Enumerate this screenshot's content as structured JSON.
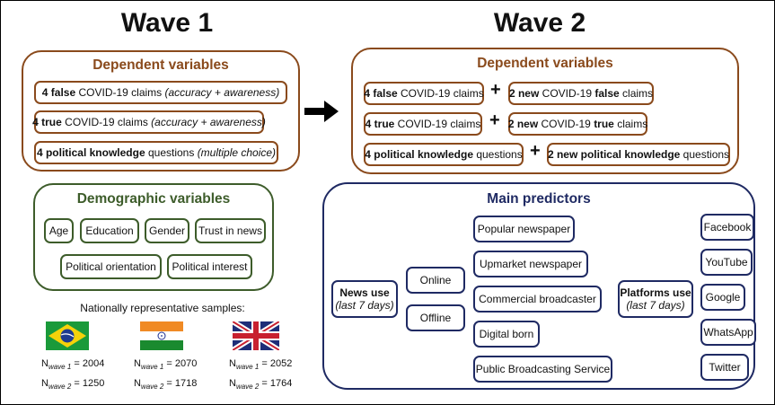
{
  "wave1": {
    "title": "Wave 1",
    "dependent": {
      "title": "Dependent variables",
      "items": [
        {
          "bold": "4 false",
          "text": " COVID-19 claims ",
          "italic": "(accuracy + awareness)"
        },
        {
          "bold": "4 true",
          "text": " COVID-19 claims ",
          "italic": "(accuracy + awareness)"
        },
        {
          "bold": "4 political knowledge",
          "text": " questions ",
          "italic": "(multiple choice)"
        }
      ]
    },
    "demographic": {
      "title": "Demographic variables",
      "items": [
        "Age",
        "Education",
        "Gender",
        "Trust in news",
        "Political orientation",
        "Political interest"
      ]
    },
    "samples": {
      "caption": "Nationally representative samples:",
      "countries": [
        {
          "flag": "brazil-flag",
          "w1_label": "N",
          "w1_sub": "wave 1",
          "w1_value": " = 2004",
          "w2_label": "N",
          "w2_sub": "wave 2",
          "w2_value": " = 1250"
        },
        {
          "flag": "india-flag",
          "w1_label": "N",
          "w1_sub": "wave 1",
          "w1_value": " = 2070",
          "w2_label": "N",
          "w2_sub": "wave 2",
          "w2_value": " = 1718"
        },
        {
          "flag": "uk-flag",
          "w1_label": "N",
          "w1_sub": "wave 1",
          "w1_value": " = 2052",
          "w2_label": "N",
          "w2_sub": "wave 2",
          "w2_value": " = 1764"
        }
      ]
    }
  },
  "wave2": {
    "title": "Wave 2",
    "dependent": {
      "title": "Dependent variables",
      "rows": [
        {
          "left_bold": "4 false",
          "left_text": " COVID-19 claims",
          "plus": "+",
          "right_bold1": "2 new",
          "right_text1": " COVID-19 ",
          "right_bold2": "false",
          "right_text2": " claims"
        },
        {
          "left_bold": "4 true",
          "left_text": " COVID-19 claims",
          "plus": "+",
          "right_bold1": "2 new",
          "right_text1": " COVID-19 ",
          "right_bold2": "true",
          "right_text2": " claims"
        },
        {
          "left_bold": "4 political knowledge",
          "left_text": " questions",
          "plus": "+",
          "right_bold1": "2 new political knowledge",
          "right_text1": " questions",
          "right_bold2": "",
          "right_text2": ""
        }
      ]
    },
    "predictors": {
      "title": "Main predictors",
      "news_use": {
        "label": "News use",
        "sub": "(last 7 days)"
      },
      "modes": [
        "Online",
        "Offline"
      ],
      "sources": [
        "Popular newspaper",
        "Upmarket newspaper",
        "Commercial broadcaster",
        "Digital born",
        "Public Broadcasting Service"
      ],
      "platforms_use": {
        "label": "Platforms use",
        "sub": "(last 7 days)"
      },
      "platforms": [
        "Facebook",
        "YouTube",
        "Google",
        "WhatsApp",
        "Twitter"
      ]
    }
  },
  "colors": {
    "brown": "#8a4a1c",
    "green": "#3d5c2a",
    "navy": "#1f2a63"
  }
}
